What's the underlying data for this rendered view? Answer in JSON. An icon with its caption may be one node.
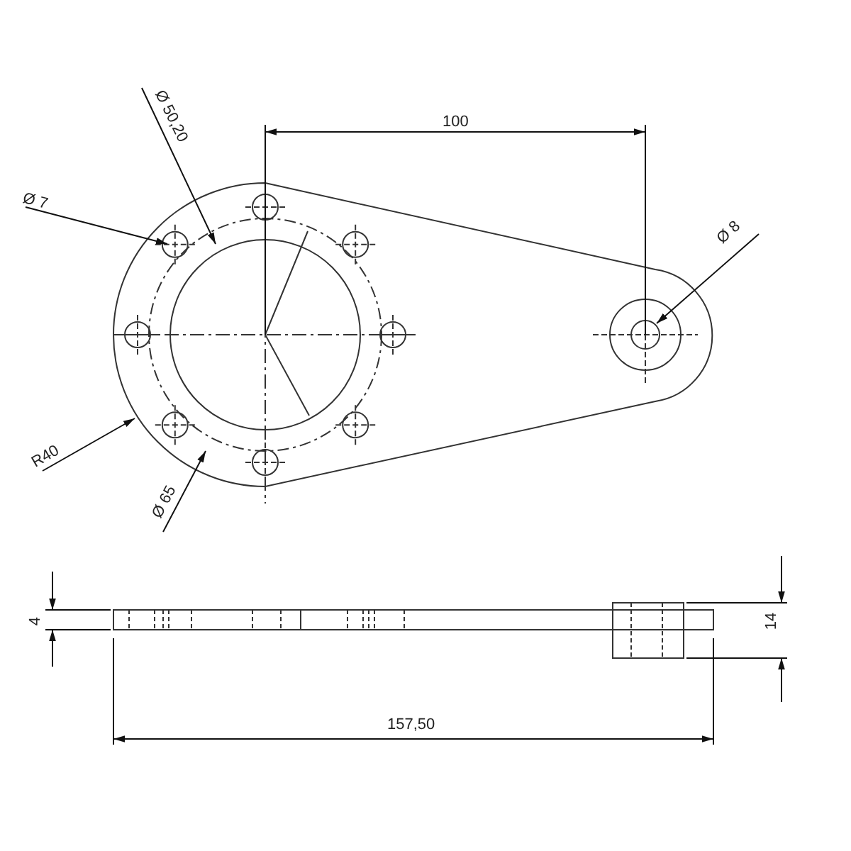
{
  "diagram": {
    "labels": [
      "Ø 50,20",
      "100",
      "Ø 7",
      "Ø 8",
      "R40",
      "Ø 65",
      "4",
      "14",
      "157,50"
    ]
  }
}
